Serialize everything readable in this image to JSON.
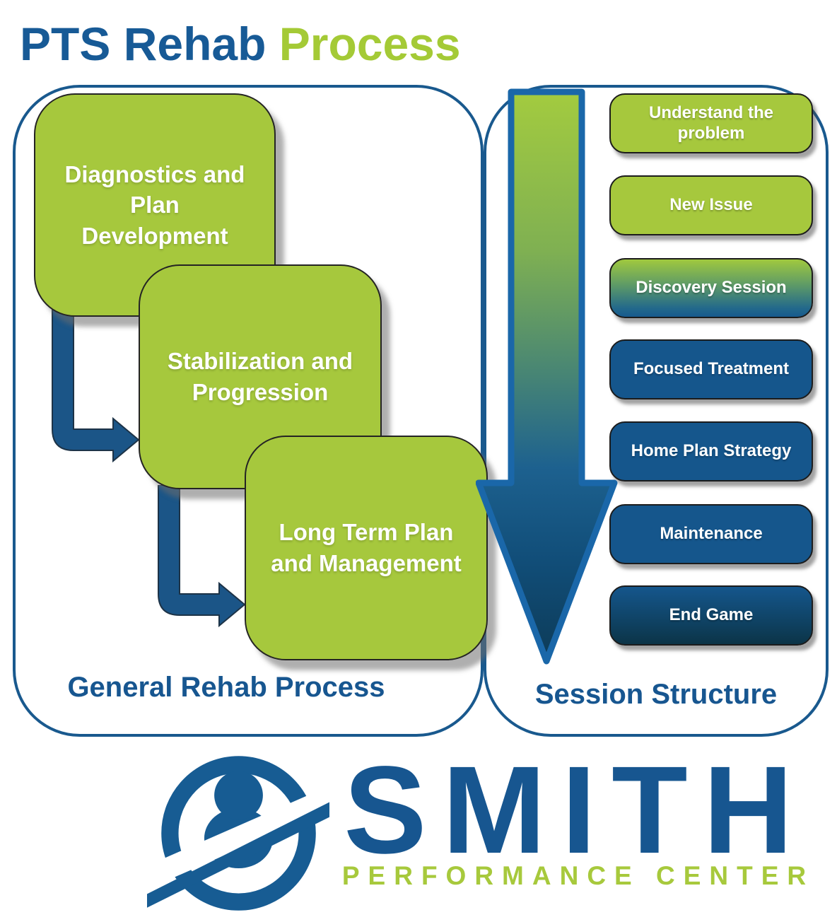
{
  "title": {
    "blue": "PTS Rehab ",
    "green": "Process"
  },
  "general_rehab": {
    "label": "General Rehab Process",
    "boxes": [
      "Diagnostics and Plan Development",
      "Stabilization and Progression",
      "Long Term Plan and Management"
    ]
  },
  "session_structure": {
    "label": "Session Structure",
    "steps": [
      {
        "label": "Understand the problem",
        "variant": "green"
      },
      {
        "label": "New Issue",
        "variant": "green"
      },
      {
        "label": "Discovery Session",
        "variant": "green-to-blue-gradient"
      },
      {
        "label": "Focused Treatment",
        "variant": "blue"
      },
      {
        "label": "Home Plan Strategy",
        "variant": "blue"
      },
      {
        "label": "Maintenance",
        "variant": "blue"
      },
      {
        "label": "End Game",
        "variant": "dark-blue-gradient"
      }
    ]
  },
  "logo": {
    "name": "SMITH",
    "tagline": "PERFORMANCE CENTER"
  },
  "icons": {
    "flow_arrow_1": "elbow-arrow-down-right",
    "flow_arrow_2": "elbow-arrow-down-right",
    "session_flow_arrow": "large-down-arrow-gradient",
    "logo_icon": "person-in-circle-swoosh"
  },
  "colors": {
    "brand_blue": "#175690",
    "brand_green": "#a6c83d",
    "panel_border_blue": "#19598e",
    "step_blue": "#15568c",
    "step_dark_end": "#0c3447",
    "arrow_border_blue": "#1a67a9",
    "elbow_arrow_blue": "#1b5587",
    "box_text": "#ffffff"
  }
}
